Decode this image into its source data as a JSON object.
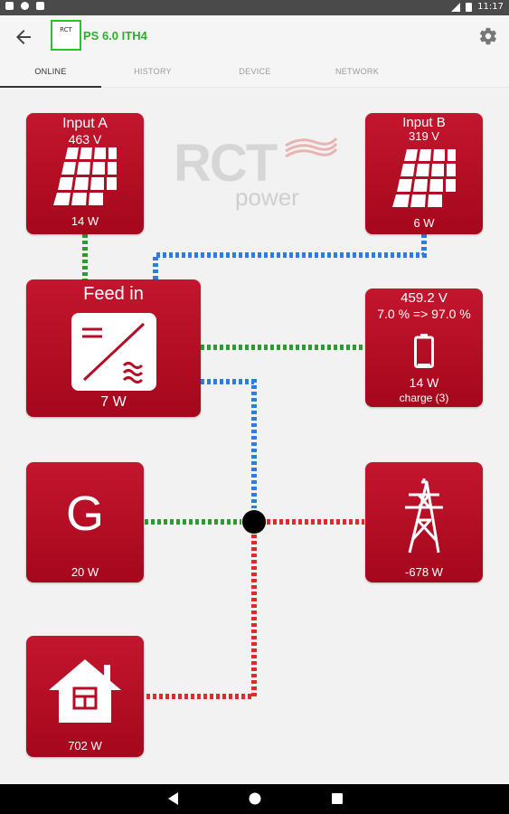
{
  "status_bar": {
    "time": "11:17"
  },
  "app_bar": {
    "device_title": "PS 6.0 ITH4",
    "device_logo": "RCT"
  },
  "tabs": [
    "ONLINE",
    "HISTORY",
    "DEVICE",
    "NETWORK"
  ],
  "watermark": {
    "line1": "RCT",
    "line2": "power"
  },
  "input_a": {
    "title": "Input A",
    "voltage": "463 V",
    "power": "14 W"
  },
  "input_b": {
    "title": "Input B",
    "voltage": "319 V",
    "power": "6 W"
  },
  "inverter": {
    "title": "Feed in",
    "power": "7 W"
  },
  "battery": {
    "voltage": "459.2 V",
    "soc": "7.0 % => 97.0 %",
    "power": "14 W",
    "status": "charge (3)"
  },
  "generator": {
    "letter": "G",
    "power": "20 W"
  },
  "grid": {
    "power": "-678 W"
  },
  "house": {
    "power": "702 W"
  },
  "colors": {
    "tile": "#b40d24",
    "flow_green": "#2e9b2e",
    "flow_blue": "#2d7de0",
    "flow_red": "#e02b2b",
    "accent": "#2eae2e"
  }
}
